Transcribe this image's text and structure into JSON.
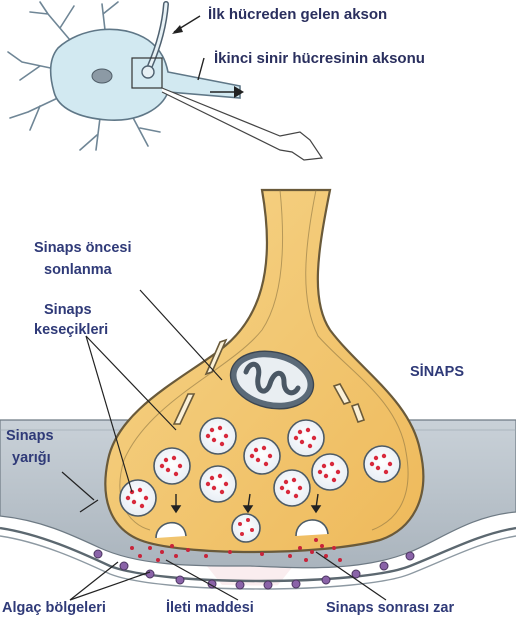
{
  "labels": {
    "axon_from_first_cell": "İlk hücreden gelen akson",
    "axon_of_second_cell": "İkinci sinir hücresinin aksonu",
    "presynaptic_terminal": [
      "Sinaps öncesi",
      "sonlanma"
    ],
    "synaptic_vesicles": [
      "Sinaps",
      "keseçikleri"
    ],
    "synapse": "SİNAPS",
    "synaptic_cleft": [
      "Sinaps",
      "yarığı"
    ],
    "receptor_sites": "Algaç bölgeleri",
    "neurotransmitter": "İleti maddesi",
    "postsynaptic_membrane": "Sinaps sonrası zar"
  },
  "colors": {
    "label_text": "#2f3a78",
    "terminal_fill": "#f2c66e",
    "terminal_outline": "#6a5a3a",
    "cell_body_fill": "#cfe6ef",
    "membrane_fill": "#b9c3cc",
    "vesicle_dots": "#d8293c",
    "receptor_fill": "#8a63a8"
  }
}
